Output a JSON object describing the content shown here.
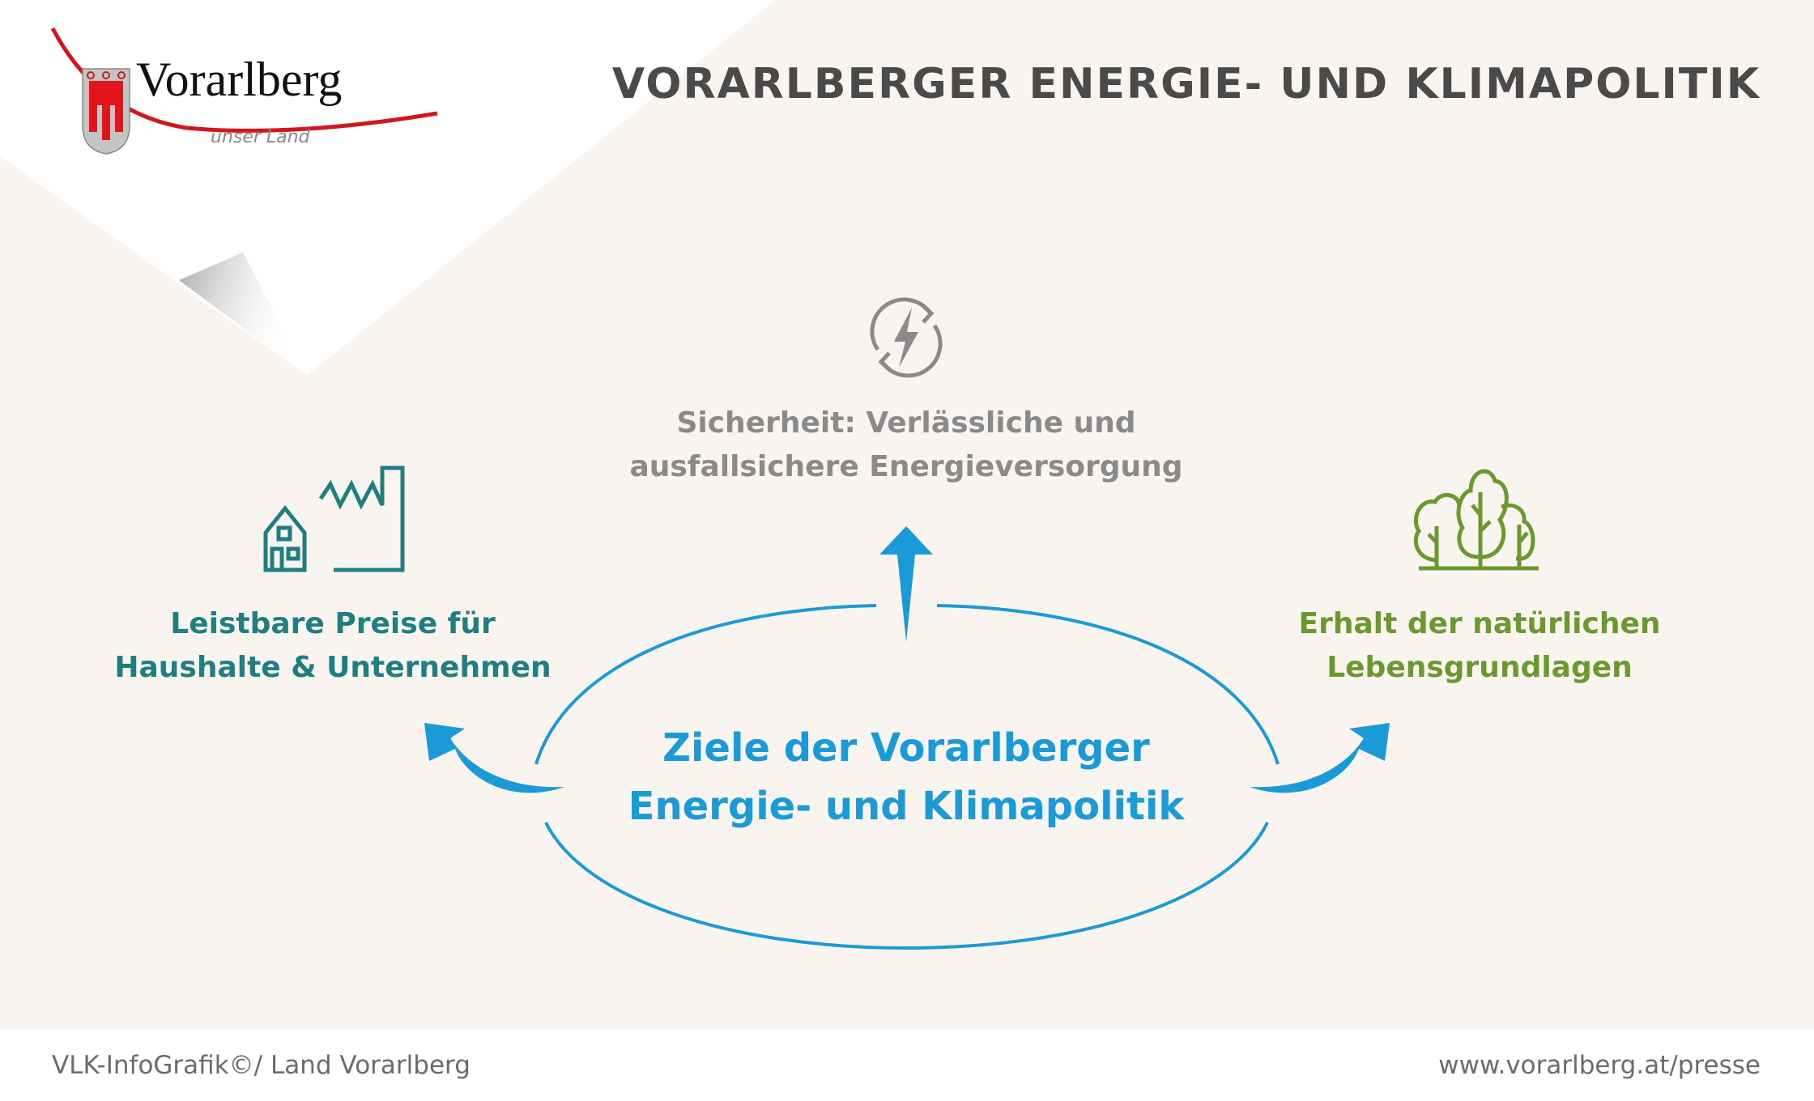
{
  "logo": {
    "name": "Vorarlberg",
    "tagline": "unser Land"
  },
  "header": {
    "title": "VORARLBERGER ENERGIE- UND KLIMAPOLITIK"
  },
  "center": {
    "line1": "Ziele der Vorarlberger",
    "line2": "Energie- und Klimapolitik"
  },
  "goals": {
    "top": {
      "line1": "Sicherheit: Verlässliche und",
      "line2": "ausfallsichere Energieversorgung",
      "icon": "energy-cycle-icon"
    },
    "left": {
      "line1": "Leistbare Preise für",
      "line2": "Haushalte & Unternehmen",
      "icon": "house-factory-icon"
    },
    "right": {
      "line1": "Erhalt der natürlichen",
      "line2": "Lebensgrundlagen",
      "icon": "trees-icon"
    }
  },
  "colors": {
    "blue": "#1a9ad6",
    "teal": "#1e7f80",
    "green": "#6a9a2e",
    "gray": "#8a8a8a",
    "red": "#d0161e"
  },
  "footer": {
    "credit": "VLK-InfoGrafik©/ Land Vorarlberg",
    "url": "www.vorarlberg.at/presse"
  }
}
